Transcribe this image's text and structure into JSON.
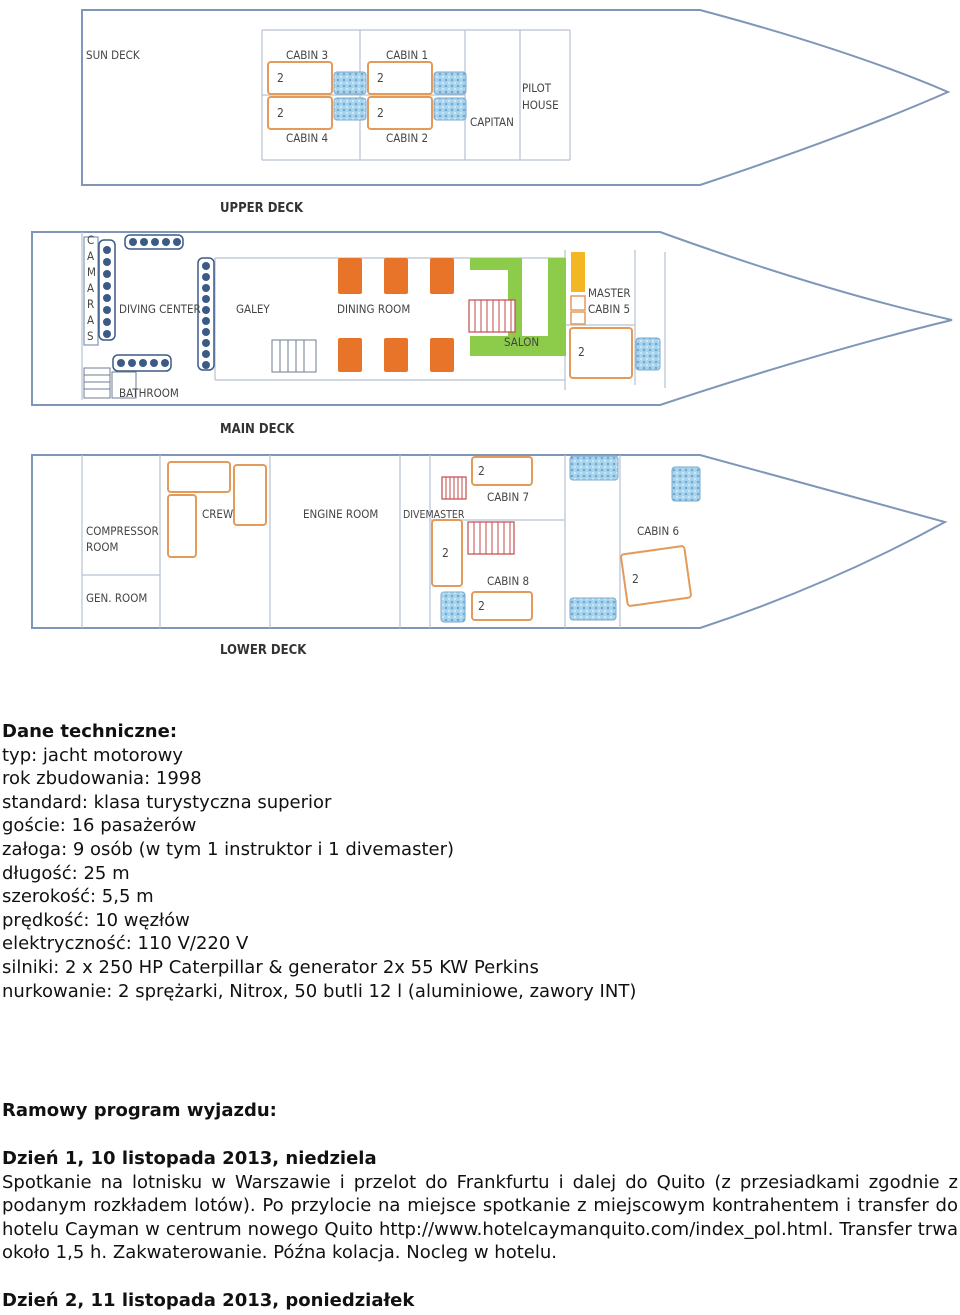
{
  "plan": {
    "upper_deck": {
      "title": "UPPER DECK",
      "labels": {
        "sun_deck": "SUN DECK",
        "cabin3": "CABIN 3",
        "cabin1": "CABIN 1",
        "cabin4": "CABIN 4",
        "cabin2": "CABIN 2",
        "capitan": "CAPITAN",
        "pilot1": "PILOT",
        "pilot2": "HOUSE"
      },
      "beds": [
        "2",
        "2",
        "2",
        "2"
      ]
    },
    "main_deck": {
      "title": "MAIN DECK",
      "camaras_letters": [
        "C",
        "A",
        "M",
        "A",
        "R",
        "A",
        "S"
      ],
      "labels": {
        "diving_center": "DIVING CENTER",
        "galey": "GALEY",
        "dining_room": "DINING ROOM",
        "salon": "SALON",
        "master1": "MASTER",
        "master2": "CABIN 5",
        "bathroom": "BATHROOM"
      },
      "beds": [
        "2"
      ]
    },
    "lower_deck": {
      "title": "LOWER DECK",
      "labels": {
        "compressor1": "COMPRESSOR",
        "compressor2": "ROOM",
        "gen_room": "GEN. ROOM",
        "crew": "CREW",
        "engine_room": "ENGINE ROOM",
        "divemaster": "DIVEMASTER",
        "cabin7": "CABIN 7",
        "cabin8": "CABIN 8",
        "cabin6": "CABIN 6"
      },
      "beds": [
        "2",
        "2",
        "2",
        "2"
      ]
    }
  },
  "specs": {
    "heading": "Dane techniczne:",
    "lines": [
      "typ: jacht motorowy",
      "rok zbudowania: 1998",
      "standard: klasa turystyczna superior",
      "goście: 16 pasażerów",
      "załoga: 9 osób (w tym 1 instruktor i 1 divemaster)",
      "długość: 25 m",
      "szerokość: 5,5 m",
      "prędkość: 10 węzłów",
      "elektryczność: 110 V/220 V",
      "silniki: 2 x 250 HP Caterpillar &  generator 2x 55 KW Perkins",
      "nurkowanie: 2 sprężarki, Nitrox, 50 butli 12 l (aluminiowe, zawory INT)"
    ]
  },
  "program": {
    "heading": "Ramowy program wyjazdu:",
    "day1_heading": "Dzień 1, 10 listopada 2013, niedziela",
    "day1_text": "Spotkanie na lotnisku w Warszawie i przelot do Frankfurtu i dalej do Quito (z przesiadkami zgodnie z podanym rozkładem lotów). Po przylocie na miejsce spotkanie z miejscowym kontrahentem i transfer do hotelu Cayman w centrum nowego Quito http://www.hotelcaymanquito.com/index_pol.html. Transfer trwa około 1,5 h. Zakwaterowanie.  Późna kolacja. Nocleg w hotelu.",
    "day2_heading": "Dzień 2, 11 listopada 2013, poniedziałek"
  },
  "colors": {
    "hull": "#7f96b8",
    "cabin_orange": "#e39a5b",
    "dining_orange": "#e8742a",
    "salon_green": "#8ccc4a",
    "tub_blue": "#9cc8e6",
    "lounge_red": "#c24a4a"
  }
}
